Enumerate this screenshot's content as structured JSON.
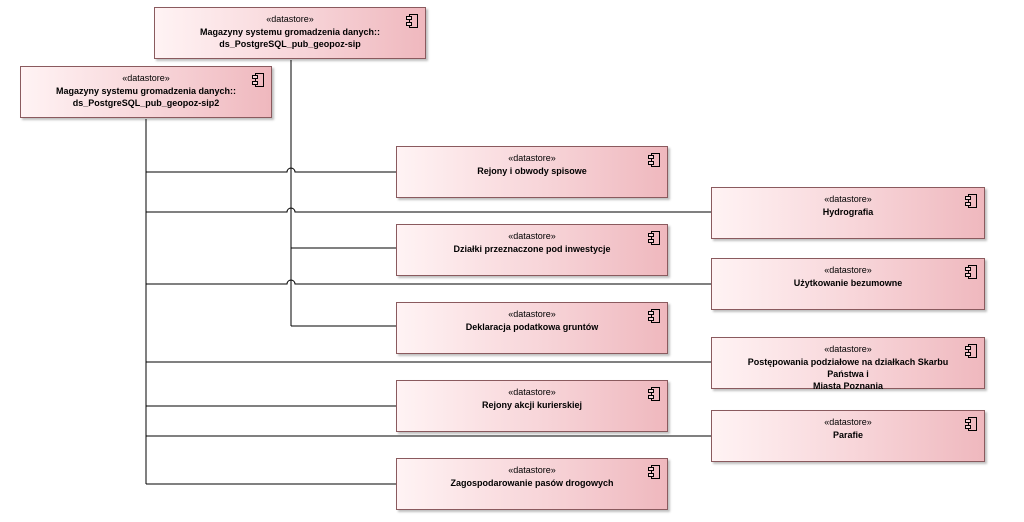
{
  "stereotype": "«datastore»",
  "colors": {
    "fill_light": "#fff3f4",
    "fill_dark": "#efb8be",
    "border": "#8a5a5e",
    "connector": "#000000"
  },
  "nodes": [
    {
      "id": "sip",
      "name": "Magazyny systemu gromadzenia danych::\nds_PostgreSQL_pub_geopoz-sip"
    },
    {
      "id": "sip2",
      "name": "Magazyny systemu gromadzenia danych::\nds_PostgreSQL_pub_geopoz-sip2"
    },
    {
      "id": "rejony",
      "name": "Rejony i obwody spisowe"
    },
    {
      "id": "hydro",
      "name": "Hydrografia"
    },
    {
      "id": "dzialki",
      "name": "Działki przeznaczone pod inwestycje"
    },
    {
      "id": "uzytk",
      "name": "Użytkowanie bezumowne"
    },
    {
      "id": "deklar",
      "name": "Deklaracja podatkowa gruntów"
    },
    {
      "id": "postep",
      "name": "Postępowania podziałowe na działkach Skarbu Państwa i\nMiasta Poznania"
    },
    {
      "id": "kurier",
      "name": "Rejony akcji kurierskiej"
    },
    {
      "id": "parafie",
      "name": "Parafie"
    },
    {
      "id": "zagosp",
      "name": "Zagospodarowanie pasów drogowych"
    }
  ],
  "icon": "component-icon"
}
